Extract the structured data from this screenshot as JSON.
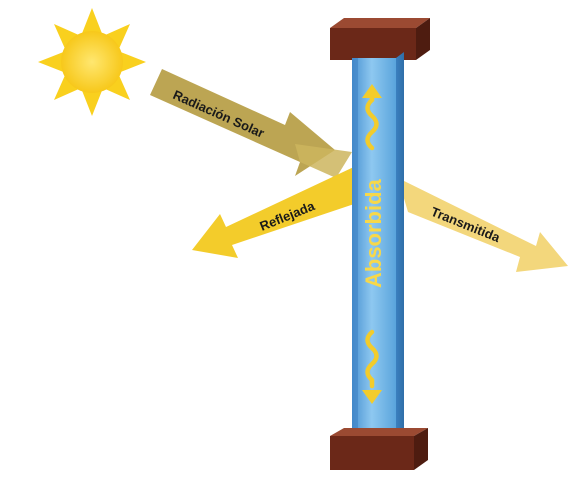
{
  "labels": {
    "incident": "Radiación Solar",
    "reflected": "Reflejada",
    "transmitted": "Transmitida",
    "absorbed": "Absorbida"
  },
  "colors": {
    "sun": "#f9d01e",
    "incident_arrow": "#b8a04a",
    "reflected_arrow": "#f3cc2b",
    "transmitted_arrow": "#f3d77c",
    "glass": "#6fb4e6",
    "frame": "#7a2c1a",
    "wave": "#f3cc2b"
  },
  "icons": {
    "sun": "sun-icon",
    "heat_wave": "heat-wave-icon"
  }
}
